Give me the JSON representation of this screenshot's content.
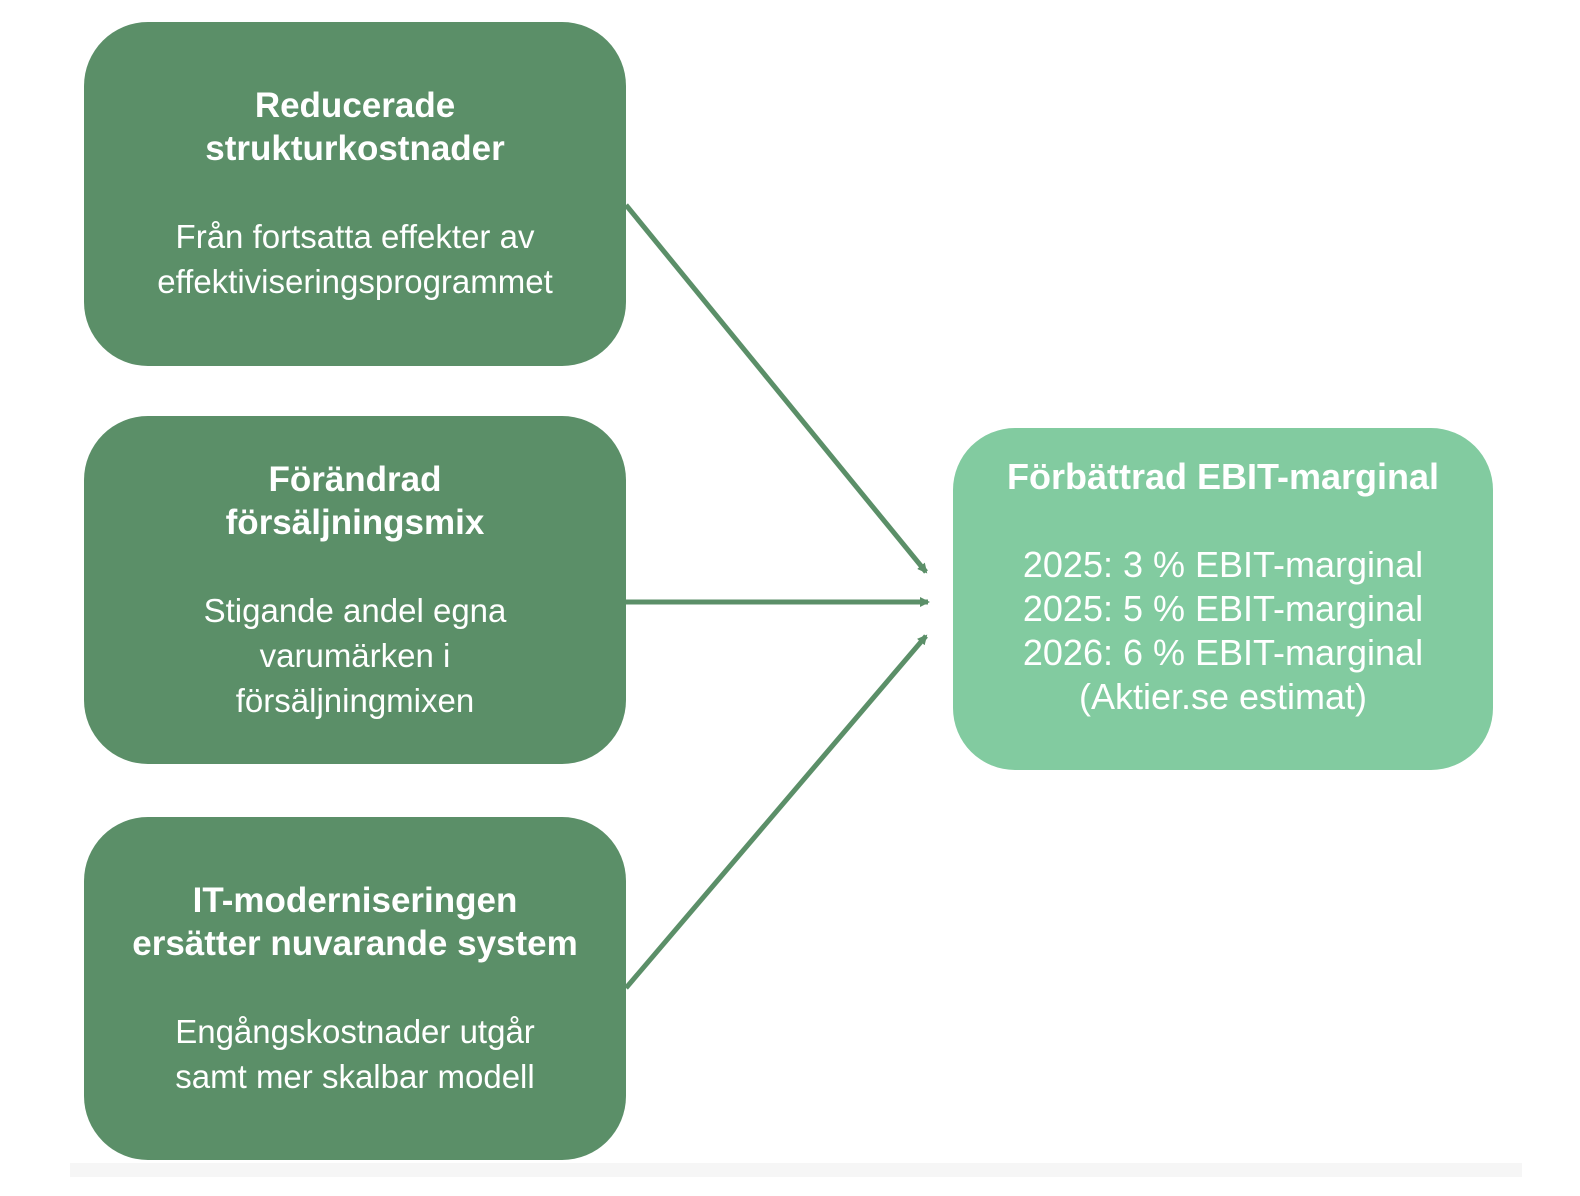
{
  "colors": {
    "driver_box": "#5b8f68",
    "result_box": "#82cba0",
    "arrow": "#5b8f68",
    "text": "#ffffff"
  },
  "drivers": [
    {
      "title_lines": [
        "Reducerade",
        "strukturkostnader"
      ],
      "desc_lines": [
        "Från fortsatta effekter av",
        "effektiviseringsprogrammet"
      ]
    },
    {
      "title_lines": [
        "Förändrad",
        "försäljningsmix"
      ],
      "desc_lines": [
        "Stigande andel egna",
        "varumärken i",
        "försäljningmixen"
      ]
    },
    {
      "title_lines": [
        "IT-moderniseringen",
        "ersätter nuvarande system"
      ],
      "desc_lines": [
        "Engångskostnader utgår",
        "samt mer skalbar modell"
      ]
    }
  ],
  "result": {
    "title": "Förbättrad EBIT-marginal",
    "lines": [
      "2025: 3 % EBIT-marginal",
      "2025: 5 % EBIT-marginal",
      "2026: 6 % EBIT-marginal",
      "(Aktier.se estimat)"
    ]
  }
}
